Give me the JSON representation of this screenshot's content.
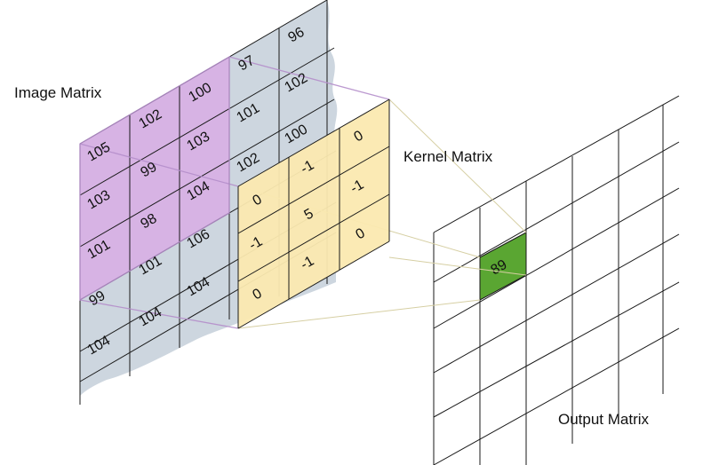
{
  "labels": {
    "image_matrix": "Image Matrix",
    "kernel_matrix": "Kernel Matrix",
    "output_matrix": "Output Matrix"
  },
  "image_matrix": {
    "visible_rows": [
      [
        "",
        "",
        "",
        "97",
        "96"
      ],
      [
        "",
        "",
        "100",
        "",
        "102"
      ],
      [
        "",
        "102",
        "",
        "101",
        ""
      ],
      [
        "105",
        "",
        "103",
        "",
        "100"
      ],
      [
        "103",
        "99",
        "",
        "102",
        ""
      ],
      [
        "101",
        "98",
        "104",
        "",
        ""
      ],
      [
        "99",
        "101",
        "106",
        "",
        ""
      ],
      [
        "104",
        "104",
        "104",
        "",
        ""
      ]
    ]
  },
  "kernel_matrix": {
    "values": [
      [
        "0",
        "-1",
        "0"
      ],
      [
        "-1",
        "5",
        "-1"
      ],
      [
        "0",
        "-1",
        "0"
      ]
    ]
  },
  "output_matrix": {
    "highlight_value": "89"
  },
  "colors": {
    "image_bg": "#cdd6df",
    "receptive_field": "#d7b3e4",
    "kernel": "#fbe9b0",
    "output_cell": "#5aa632",
    "connector": "#d6cfa3"
  }
}
